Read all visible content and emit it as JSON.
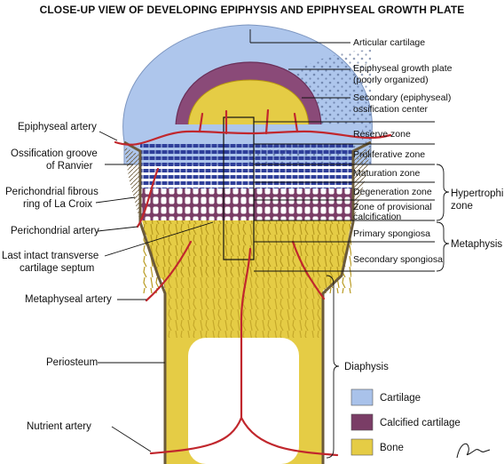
{
  "title": "CLOSE-UP VIEW OF DEVELOPING EPIPHYSIS AND EPIPHYSEAL GROWTH PLATE",
  "labels_left": {
    "epiphyseal_artery": "Epiphyseal artery",
    "ossification_groove_1": "Ossification groove",
    "ossification_groove_2": "of Ranvier",
    "perichondrial_ring_1": "Perichondrial fibrous",
    "perichondrial_ring_2": "ring of La Croix",
    "perichondrial_artery": "Perichondrial artery",
    "last_septum_1": "Last intact transverse",
    "last_septum_2": "cartilage septum",
    "metaphyseal_artery": "Metaphyseal artery",
    "periosteum": "Periosteum",
    "nutrient_artery": "Nutrient artery"
  },
  "labels_right": {
    "articular_cartilage": "Articular cartilage",
    "growth_plate_1": "Epiphyseal growth plate",
    "growth_plate_2": "(poorly organized)",
    "secondary_center_1": "Secondary (epiphyseal)",
    "secondary_center_2": "ossification center",
    "reserve_zone": "Reserve zone",
    "proliferative_zone": "Proliferative zone",
    "maturation_zone": "Maturation zone",
    "degeneration_zone": "Degeneration zone",
    "provisional_calc_1": "Zone of provisional",
    "provisional_calc_2": "calcification",
    "primary_spongiosa": "Primary spongiosa",
    "secondary_spongiosa": "Secondary spongiosa"
  },
  "groups": {
    "hypertrophic_1": "Hypertrophic",
    "hypertrophic_2": "zone",
    "metaphysis": "Metaphysis",
    "diaphysis": "Diaphysis"
  },
  "legend": [
    {
      "label": "Cartilage",
      "color": "#a9c2ea"
    },
    {
      "label": "Calcified cartilage",
      "color": "#7a3d66"
    },
    {
      "label": "Bone",
      "color": "#e5cc45"
    }
  ],
  "colors": {
    "cartilage": "#aec6ec",
    "calcified": "#7a3d66",
    "bone": "#e5cc45",
    "artery": "#c1272d",
    "periosteum": "#8a7a5a"
  }
}
